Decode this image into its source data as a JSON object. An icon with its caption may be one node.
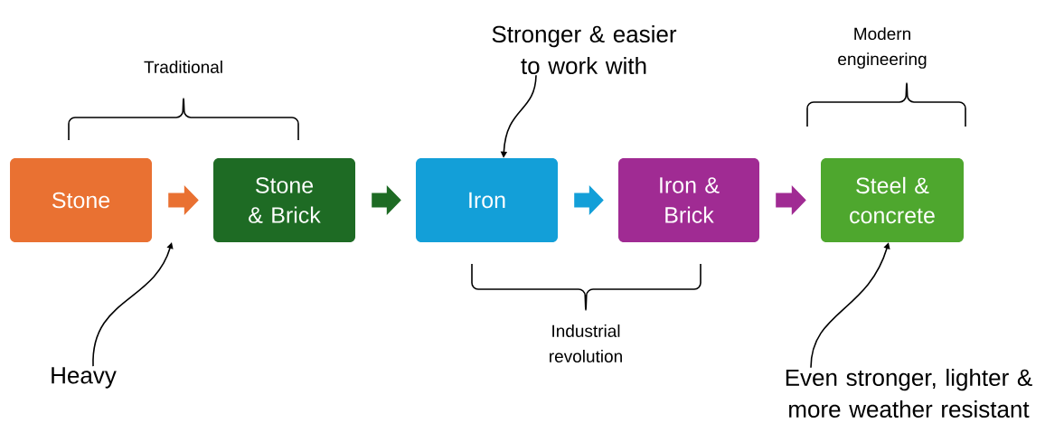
{
  "diagram": {
    "nodes": [
      {
        "text": [
          "Stone"
        ]
      },
      {
        "text": [
          "Stone & Brick"
        ]
      },
      {
        "text": [
          "Iron"
        ]
      },
      {
        "text": [
          "Iron & Brick"
        ]
      },
      {
        "text": [
          "Steel & concrete"
        ]
      },
      {
        "text": [
          "Heavy"
        ]
      },
      {
        "text": [
          "Stronger & easier to work with"
        ]
      },
      {
        "text": [
          "Even stronger, lighter & more weather resistant"
        ]
      }
    ],
    "edges": [
      {
        "from": 0,
        "to": 1,
        "arrow": "to",
        "color": "#e97132"
      },
      {
        "from": 1,
        "to": 2,
        "arrow": "to",
        "color": "#1e6b24"
      },
      {
        "from": 2,
        "to": 3,
        "arrow": "to",
        "color": "#139fd8"
      },
      {
        "from": 3,
        "to": 4,
        "arrow": "to",
        "color": "#a02b93"
      },
      {
        "from": 5,
        "to": null,
        "arrow": "to"
      },
      {
        "from": 6,
        "to": 2,
        "arrow": "to"
      },
      {
        "from": 7,
        "to": 4,
        "arrow": "to"
      }
    ],
    "labels": [
      "Traditional",
      "Industrial revolution",
      "Modern engineering"
    ]
  }
}
